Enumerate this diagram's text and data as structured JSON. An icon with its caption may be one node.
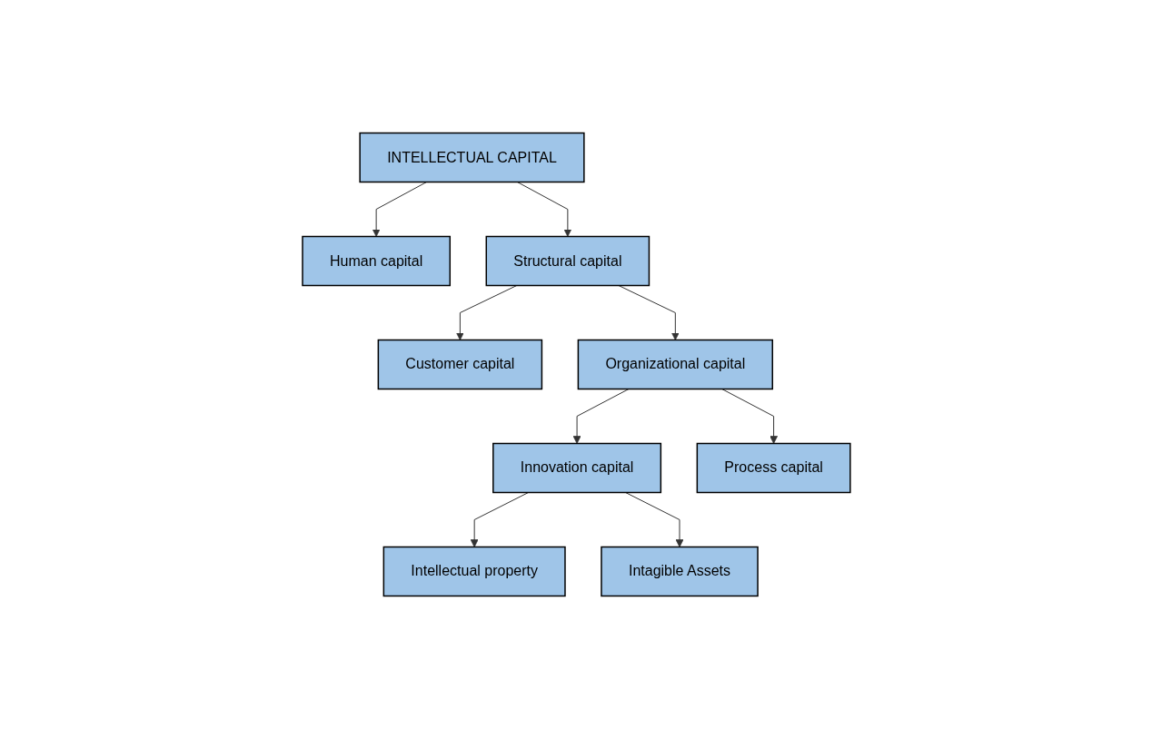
{
  "diagram": {
    "nodes": [
      {
        "text": [
          "INTELLECTUAL CAPITAL"
        ]
      },
      {
        "text": [
          "Human capital"
        ]
      },
      {
        "text": [
          "Structural capital"
        ]
      },
      {
        "text": [
          "Customer capital"
        ]
      },
      {
        "text": [
          "Organizational capital"
        ]
      },
      {
        "text": [
          "Innovation capital"
        ]
      },
      {
        "text": [
          "Process capital"
        ]
      },
      {
        "text": [
          "Intellectual property"
        ]
      },
      {
        "text": [
          "Intagible Assets"
        ]
      }
    ],
    "edges": [
      {
        "from": 0,
        "to": 1,
        "arrow": "to"
      },
      {
        "from": 0,
        "to": 2,
        "arrow": "to"
      },
      {
        "from": 2,
        "to": 3,
        "arrow": "to"
      },
      {
        "from": 2,
        "to": 4,
        "arrow": "to"
      },
      {
        "from": 4,
        "to": 5,
        "arrow": "to"
      },
      {
        "from": 4,
        "to": 6,
        "arrow": "to"
      },
      {
        "from": 5,
        "to": 7,
        "arrow": "to"
      },
      {
        "from": 5,
        "to": 8,
        "arrow": "to"
      }
    ]
  }
}
